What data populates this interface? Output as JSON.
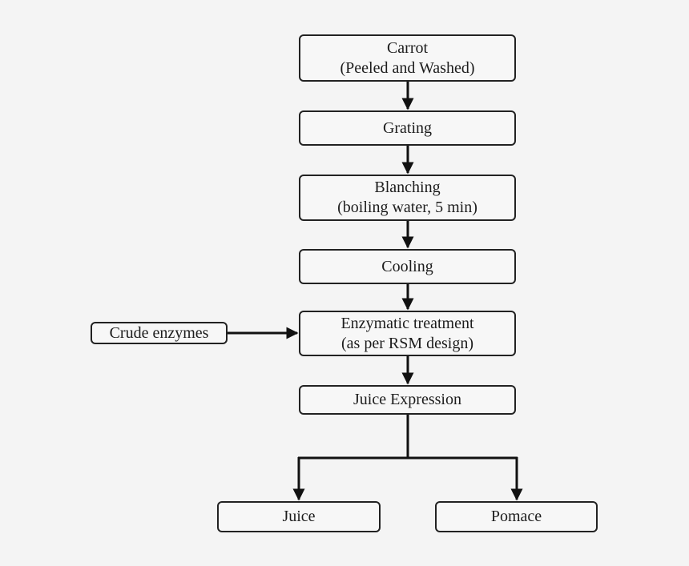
{
  "steps": {
    "carrot": {
      "line1": "Carrot",
      "line2": "(Peeled and Washed)"
    },
    "grating": {
      "line1": "Grating"
    },
    "blanching": {
      "line1": "Blanching",
      "line2": "(boiling water, 5 min)"
    },
    "cooling": {
      "line1": "Cooling"
    },
    "enzymatic": {
      "line1": "Enzymatic treatment",
      "line2": "(as per RSM design)"
    },
    "expression": {
      "line1": "Juice Expression"
    }
  },
  "inputs": {
    "crude_enzymes": "Crude enzymes"
  },
  "outputs": {
    "juice": "Juice",
    "pomace": "Pomace"
  }
}
